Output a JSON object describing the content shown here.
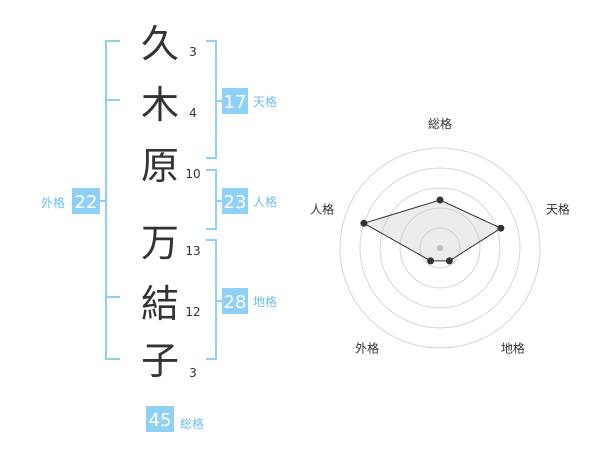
{
  "name": {
    "surname": [
      {
        "char": "久",
        "strokes": "3"
      },
      {
        "char": "木",
        "strokes": "4"
      },
      {
        "char": "原",
        "strokes": "10"
      }
    ],
    "given": [
      {
        "char": "万",
        "strokes": "13"
      },
      {
        "char": "結",
        "strokes": "12"
      },
      {
        "char": "子",
        "strokes": "3"
      }
    ]
  },
  "kakusu": {
    "tenkaku": {
      "value": "17",
      "label": "天格"
    },
    "jinkaku": {
      "value": "23",
      "label": "人格"
    },
    "chikaku": {
      "value": "28",
      "label": "地格"
    },
    "gaikaku": {
      "value": "22",
      "label": "外格"
    },
    "soukaku": {
      "value": "45",
      "label": "総格"
    }
  },
  "radar": {
    "axes": [
      "総格",
      "天格",
      "地格",
      "外格",
      "人格"
    ],
    "levels": 5,
    "scores": [
      3,
      4,
      1,
      1,
      5
    ],
    "max": 5
  },
  "colors": {
    "accent": "#8fd0f5",
    "accent_text": "#6fbde9",
    "text": "#333333",
    "ring": "#d6d6d6"
  }
}
